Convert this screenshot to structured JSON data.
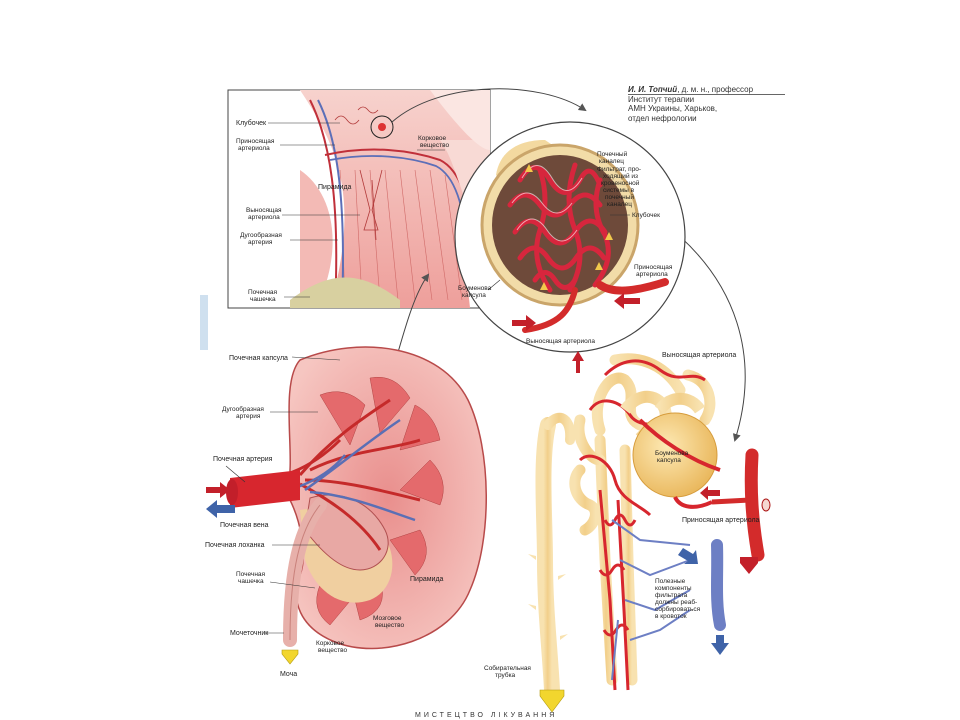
{
  "author": {
    "name": "И. И. Топчий",
    "degree": ", д. м. н., профессор",
    "line2": "Институт терапии",
    "line3": "АМН Украины, Харьков,",
    "line4": "отдел нефрологии"
  },
  "footer": "МИСТЕЦТВО   ЛІКУВАННЯ",
  "colors": {
    "cortex": "#f2b9b5",
    "medulla": "#e07a78",
    "artery": "#d32b2b",
    "vein": "#6d7fc4",
    "tubule": "#f3d79a",
    "arrow_red": "#c3202a",
    "arrow_blue": "#3f63a8",
    "arrow_yellow": "#f2d62e"
  },
  "labels": {
    "inset": {
      "glomerulus": "Клубочек",
      "afferent_1": "Приносящая",
      "afferent_2": "артериола",
      "cortex_1": "Корковое",
      "cortex_2": "вещество",
      "pyramid": "Пирамида",
      "efferent_1": "Выносящая",
      "efferent_2": "артериола",
      "arcuate_1": "Дугообразная",
      "arcuate_2": "артерия",
      "calyx_1": "Почечная",
      "calyx_2": "чашечка"
    },
    "circle": {
      "tubule_1": "Почечный",
      "tubule_2": "каналец",
      "filtrate_1": "Фильтрат, про-",
      "filtrate_2": "ходящий из",
      "filtrate_3": "кровеносной",
      "filtrate_4": "системы в",
      "filtrate_5": "почечный",
      "filtrate_6": "каналец",
      "glomerulus": "Клубочек",
      "afferent_1": "Приносящая",
      "afferent_2": "артериола",
      "bowman_1": "Боуменова",
      "bowman_2": "капсула",
      "efferent": "Выносящая артериола"
    },
    "kidney": {
      "capsule": "Почечная капсула",
      "arcuate_1": "Дугообразная",
      "arcuate_2": "артерия",
      "artery": "Почечная артерия",
      "vein": "Почечная вена",
      "pelvis": "Почечная лоханка",
      "calyx_1": "Почечная",
      "calyx_2": "чашечка",
      "ureter": "Мочеточник",
      "urine": "Моча",
      "cortex_1": "Корковое",
      "cortex_2": "вещество",
      "medulla_1": "Мозговое",
      "medulla_2": "вещество",
      "pyramid": "Пирамида"
    },
    "nephron": {
      "efferent": "Выносящая артериола",
      "bowman_1": "Боуменова",
      "bowman_2": "капсула",
      "afferent": "Приносящая артериола",
      "useful_1": "Полезные",
      "useful_2": "компоненты",
      "useful_3": "фильтрата",
      "useful_4": "должны реаб-",
      "useful_5": "сорбироваться",
      "useful_6": "в кровоток",
      "collecting_1": "Собирательная",
      "collecting_2": "трубка"
    }
  }
}
